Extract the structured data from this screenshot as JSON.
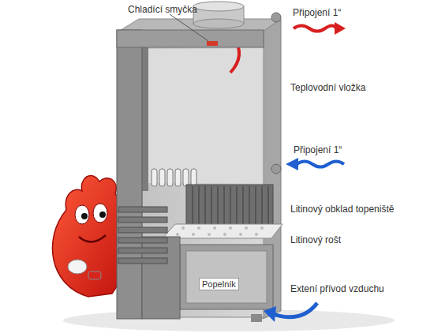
{
  "diagram": {
    "labels": [
      "Chladící smyčka",
      "Připojení 1“",
      "Teplovodní vložka",
      "Připojení 1“",
      "Litinový obklad topeniště",
      "Litinový rošt",
      "Popelník",
      "Extení přívod vzduchu"
    ]
  }
}
